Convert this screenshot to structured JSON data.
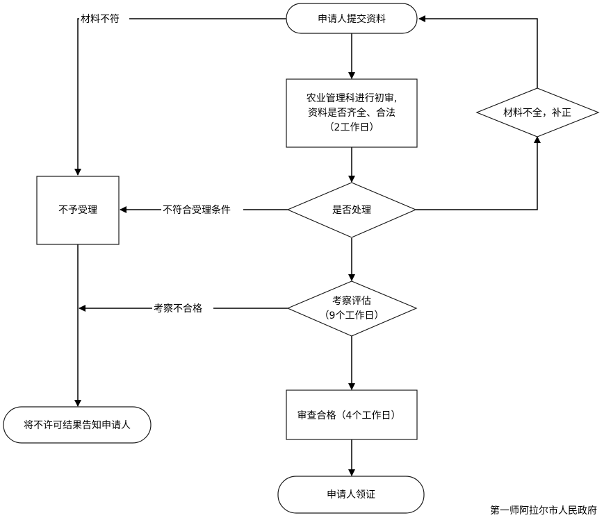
{
  "nodes": {
    "submit": "申请人提交资料",
    "initial_review": [
      "农业管理科进行初审,",
      "资料是否齐全、合法",
      "（2工作日）"
    ],
    "supplement": "材料不全，补正",
    "not_accepted": "不予受理",
    "decision": "是否处理",
    "evaluation": [
      "考察评估",
      "（9个工作日）"
    ],
    "approved": "审查合格（4个工作日）",
    "notify": "将不许可结果告知申请人",
    "certificate": "申请人领证"
  },
  "edge_labels": {
    "material_mismatch": "材料不符",
    "not_meet_conditions": "不符合受理条件",
    "evaluation_failed": "考察不合格"
  },
  "footer": "第一师阿拉尔市人民政府"
}
